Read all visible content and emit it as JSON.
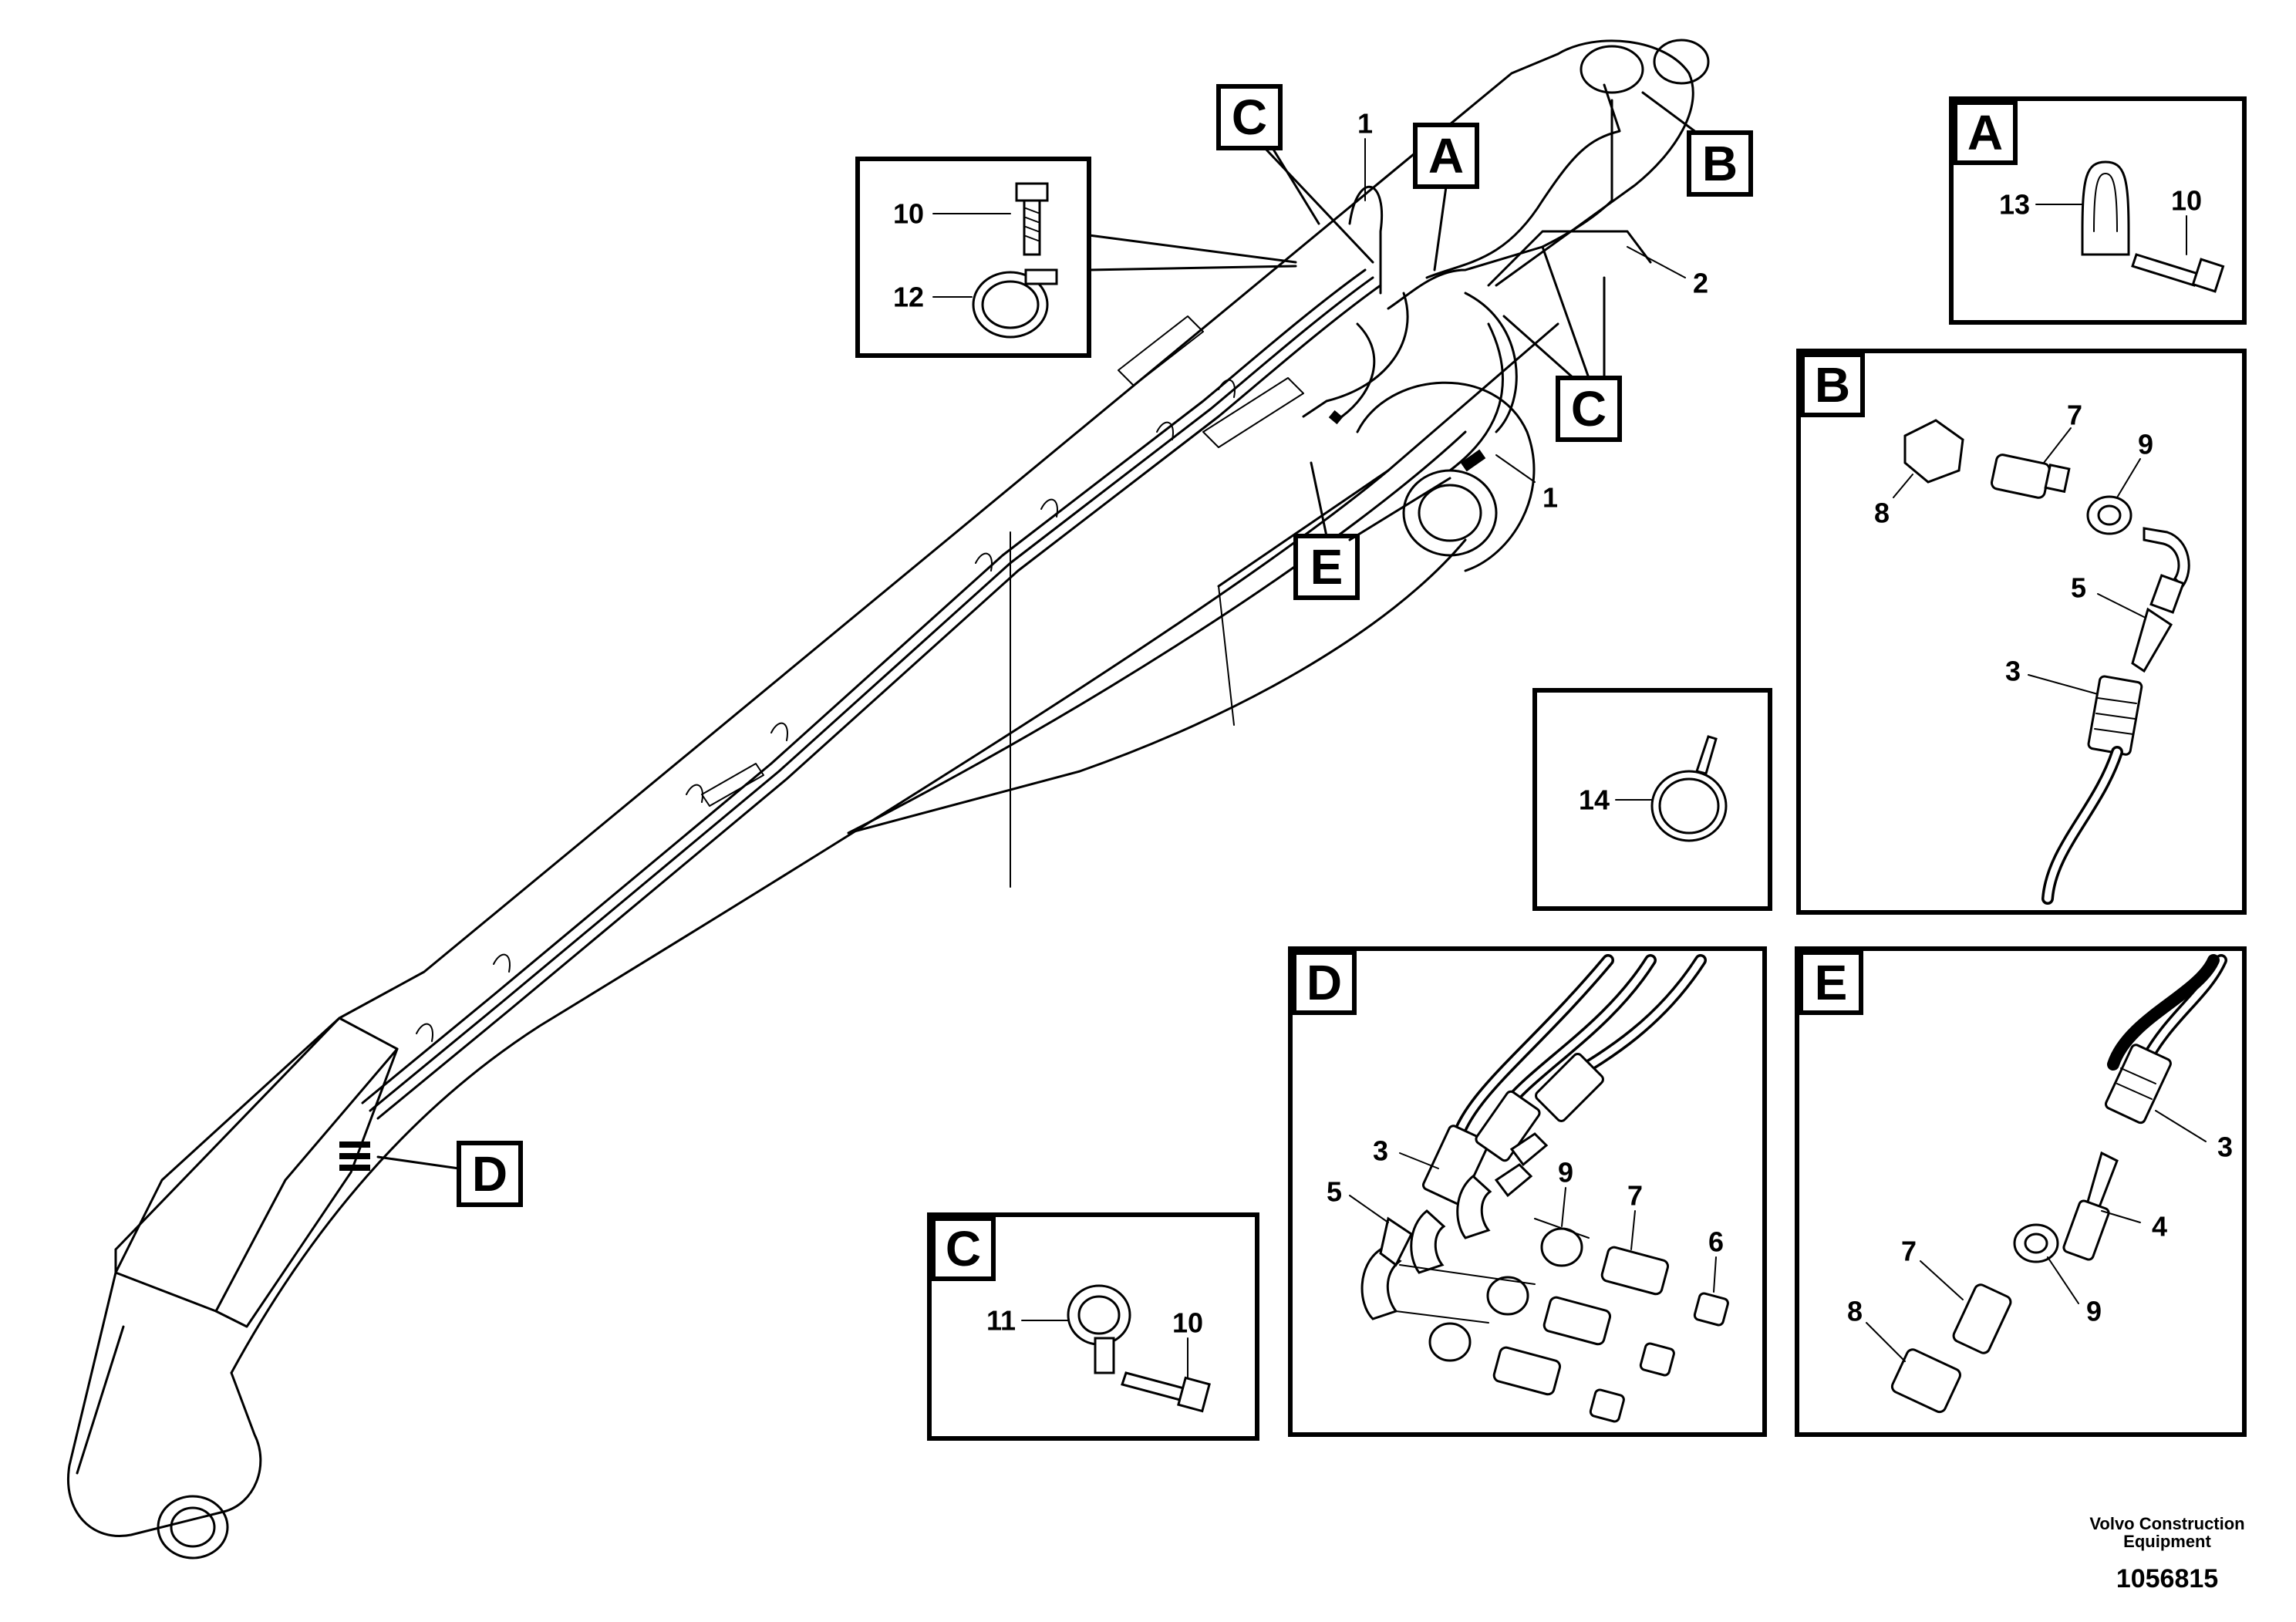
{
  "callouts": {
    "c_top_left": "C",
    "a_main": "A",
    "b_main": "B",
    "c_right": "C",
    "e_main": "E",
    "d_main": "D",
    "part_1a": "1",
    "part_1b": "1",
    "part_2": "2"
  },
  "detail_clamp": {
    "part_10": "10",
    "part_12": "12"
  },
  "detail_a": {
    "title": "A",
    "part_13": "13",
    "part_10": "10"
  },
  "detail_b": {
    "title": "B",
    "part_7": "7",
    "part_9": "9",
    "part_8": "8",
    "part_5": "5",
    "part_3": "3"
  },
  "detail_tie": {
    "part_14": "14"
  },
  "detail_c": {
    "title": "C",
    "part_11": "11",
    "part_10": "10"
  },
  "detail_d": {
    "title": "D",
    "part_3": "3",
    "part_5": "5",
    "part_9": "9",
    "part_7": "7",
    "part_6": "6"
  },
  "detail_e": {
    "title": "E",
    "part_3": "3",
    "part_4": "4",
    "part_7": "7",
    "part_9": "9",
    "part_8": "8"
  },
  "footer": {
    "company_line1": "Volvo Construction",
    "company_line2": "Equipment",
    "drawing_number": "1056815"
  }
}
